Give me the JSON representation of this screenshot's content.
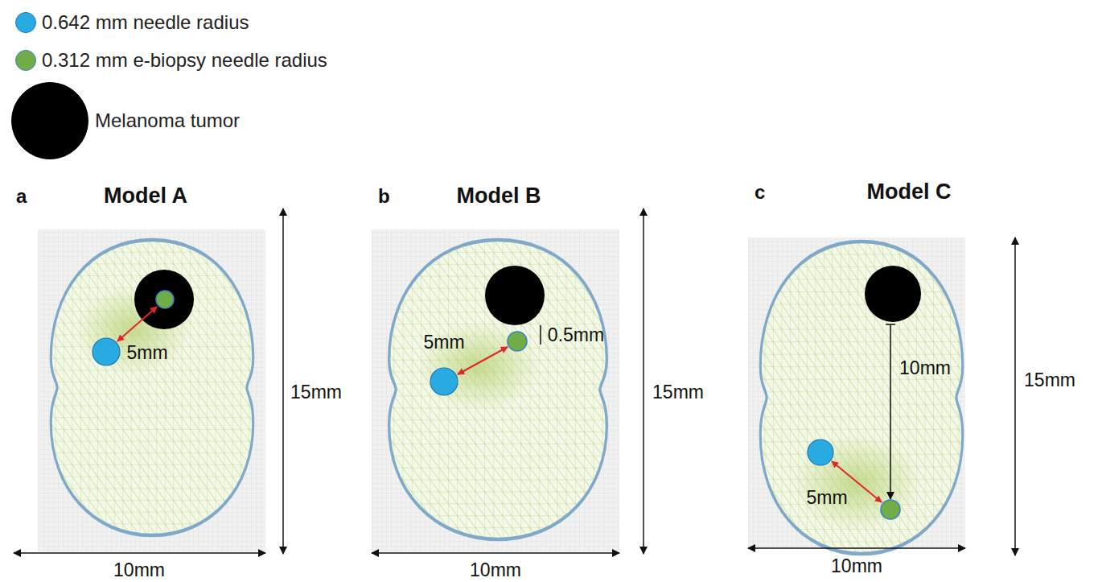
{
  "diagram": {
    "nodes": [
      {
        "text": [
          "a",
          "Model A"
        ]
      },
      {
        "text": [
          "b",
          "Model B"
        ]
      },
      {
        "text": [
          "c",
          "Model C"
        ]
      }
    ],
    "labels": [
      "5mm",
      "15mm",
      "10mm",
      "5mm",
      "0.5mm",
      "15mm",
      "10mm",
      "10mm",
      "5mm",
      "15mm",
      "10mm"
    ],
    "legend": [
      {
        "text": "0.642 mm needle radius",
        "color": "#29abe2"
      },
      {
        "text": "0.312 mm e-biopsy needle radius",
        "color": "#70ad47"
      },
      {
        "text": "Melanoma tumor",
        "color": "#000000"
      }
    ]
  }
}
